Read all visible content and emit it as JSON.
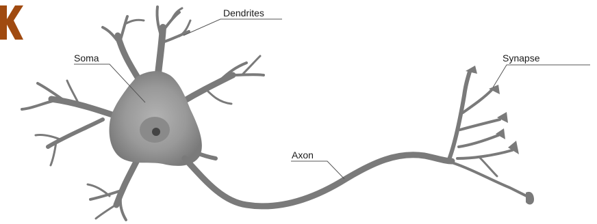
{
  "labels": {
    "dendrites": "Dendrites",
    "soma": "Soma",
    "axon": "Axon",
    "synapse": "Synapse"
  },
  "colors": {
    "neuron_fill": "#7a7a7a",
    "soma_center": "#a9a9a9",
    "nucleus": "#8a8a8a",
    "nucleolus": "#444444",
    "corner_mark": "#a04a10",
    "leader_line": "#555555"
  }
}
